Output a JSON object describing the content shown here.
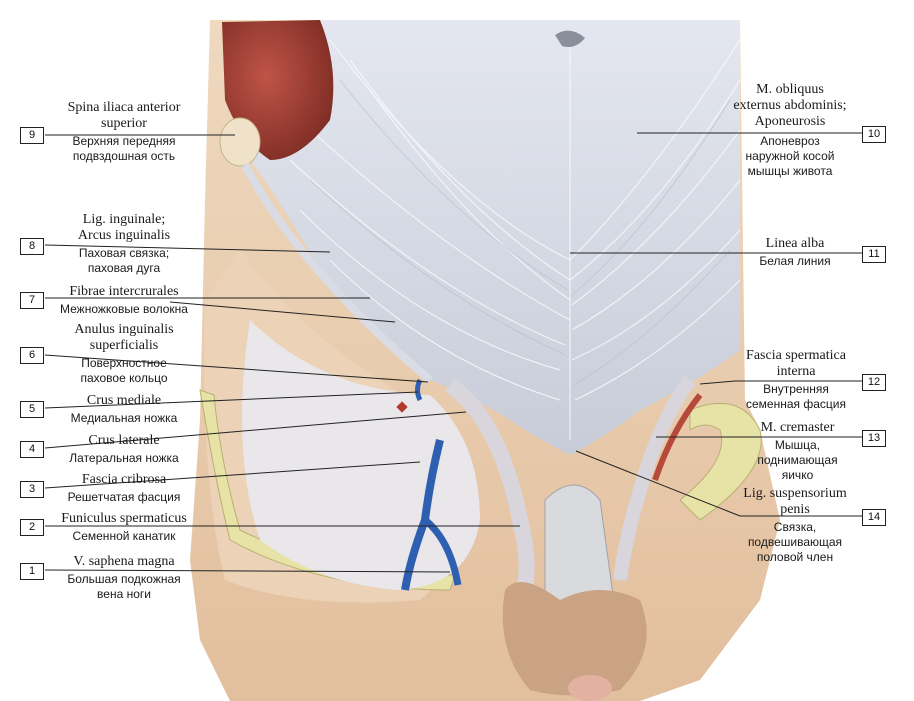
{
  "labels": [
    {
      "num": "1",
      "latin": [
        "V. saphena magna"
      ],
      "russian": [
        "Большая подкожная",
        "вена ноги"
      ]
    },
    {
      "num": "2",
      "latin": [
        "Funiculus spermaticus"
      ],
      "russian": [
        "Семенной канатик"
      ]
    },
    {
      "num": "3",
      "latin": [
        "Fascia cribrosa"
      ],
      "russian": [
        "Решетчатая фасция"
      ]
    },
    {
      "num": "4",
      "latin": [
        "Crus laterale"
      ],
      "russian": [
        "Латеральная ножка"
      ]
    },
    {
      "num": "5",
      "latin": [
        "Crus mediale"
      ],
      "russian": [
        "Медиальная ножка"
      ]
    },
    {
      "num": "6",
      "latin": [
        "Anulus inguinalis",
        "superficialis"
      ],
      "russian": [
        "Поверхностное",
        "паховое кольцо"
      ]
    },
    {
      "num": "7",
      "latin": [
        "Fibrae intercrurales"
      ],
      "russian": [
        "Межножковые волокна"
      ]
    },
    {
      "num": "8",
      "latin": [
        "Lig. inguinale;",
        "Arcus inguinalis"
      ],
      "russian": [
        "Паховая связка;",
        "паховая дуга"
      ]
    },
    {
      "num": "9",
      "latin": [
        "Spina iliaca anterior",
        "superior"
      ],
      "russian": [
        "Верхняя передняя",
        "подвздошная ость"
      ]
    },
    {
      "num": "10",
      "latin": [
        "M. obliquus",
        "externus abdominis;",
        "Aponeurosis"
      ],
      "russian": [
        "Апоневроз",
        "наружной косой",
        "мышцы живота"
      ]
    },
    {
      "num": "11",
      "latin": [
        "Linea alba"
      ],
      "russian": [
        "Белая линия"
      ]
    },
    {
      "num": "12",
      "latin": [
        "Fascia spermatica",
        "interna"
      ],
      "russian": [
        "Внутренняя",
        "семенная фасция"
      ]
    },
    {
      "num": "13",
      "latin": [
        "M. cremaster"
      ],
      "russian": [
        "Мышца,",
        "поднимающая",
        "яичко"
      ]
    },
    {
      "num": "14",
      "latin": [
        "Lig. suspensorium",
        "penis"
      ],
      "russian": [
        "Связка,",
        "подвешивающая",
        "половой член"
      ]
    }
  ]
}
